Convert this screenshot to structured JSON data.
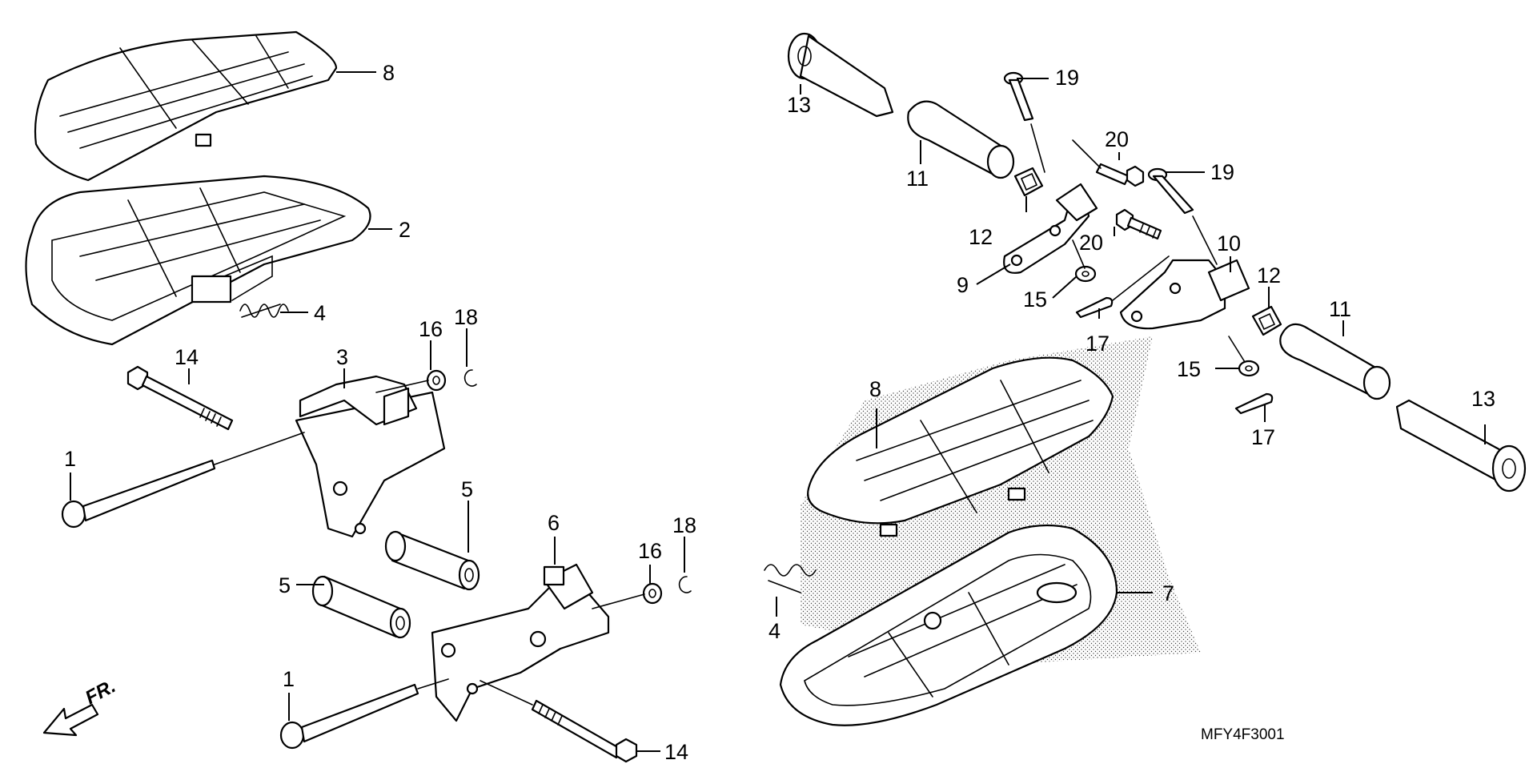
{
  "diagram_code": "MFY4F3001",
  "front_marker": "FR.",
  "callouts": {
    "c1a": "1",
    "c1b": "1",
    "c2": "2",
    "c3": "3",
    "c4a": "4",
    "c4b": "4",
    "c5a": "5",
    "c5b": "5",
    "c6": "6",
    "c7": "7",
    "c8a": "8",
    "c8b": "8",
    "c9": "9",
    "c10": "10",
    "c11a": "11",
    "c11b": "11",
    "c12a": "12",
    "c12b": "12",
    "c13a": "13",
    "c13b": "13",
    "c14a": "14",
    "c14b": "14",
    "c15a": "15",
    "c15b": "15",
    "c16a": "16",
    "c16b": "16",
    "c17a": "17",
    "c17b": "17",
    "c18a": "18",
    "c18b": "18",
    "c19a": "19",
    "c19b": "19",
    "c20a": "20",
    "c20b": "20"
  }
}
